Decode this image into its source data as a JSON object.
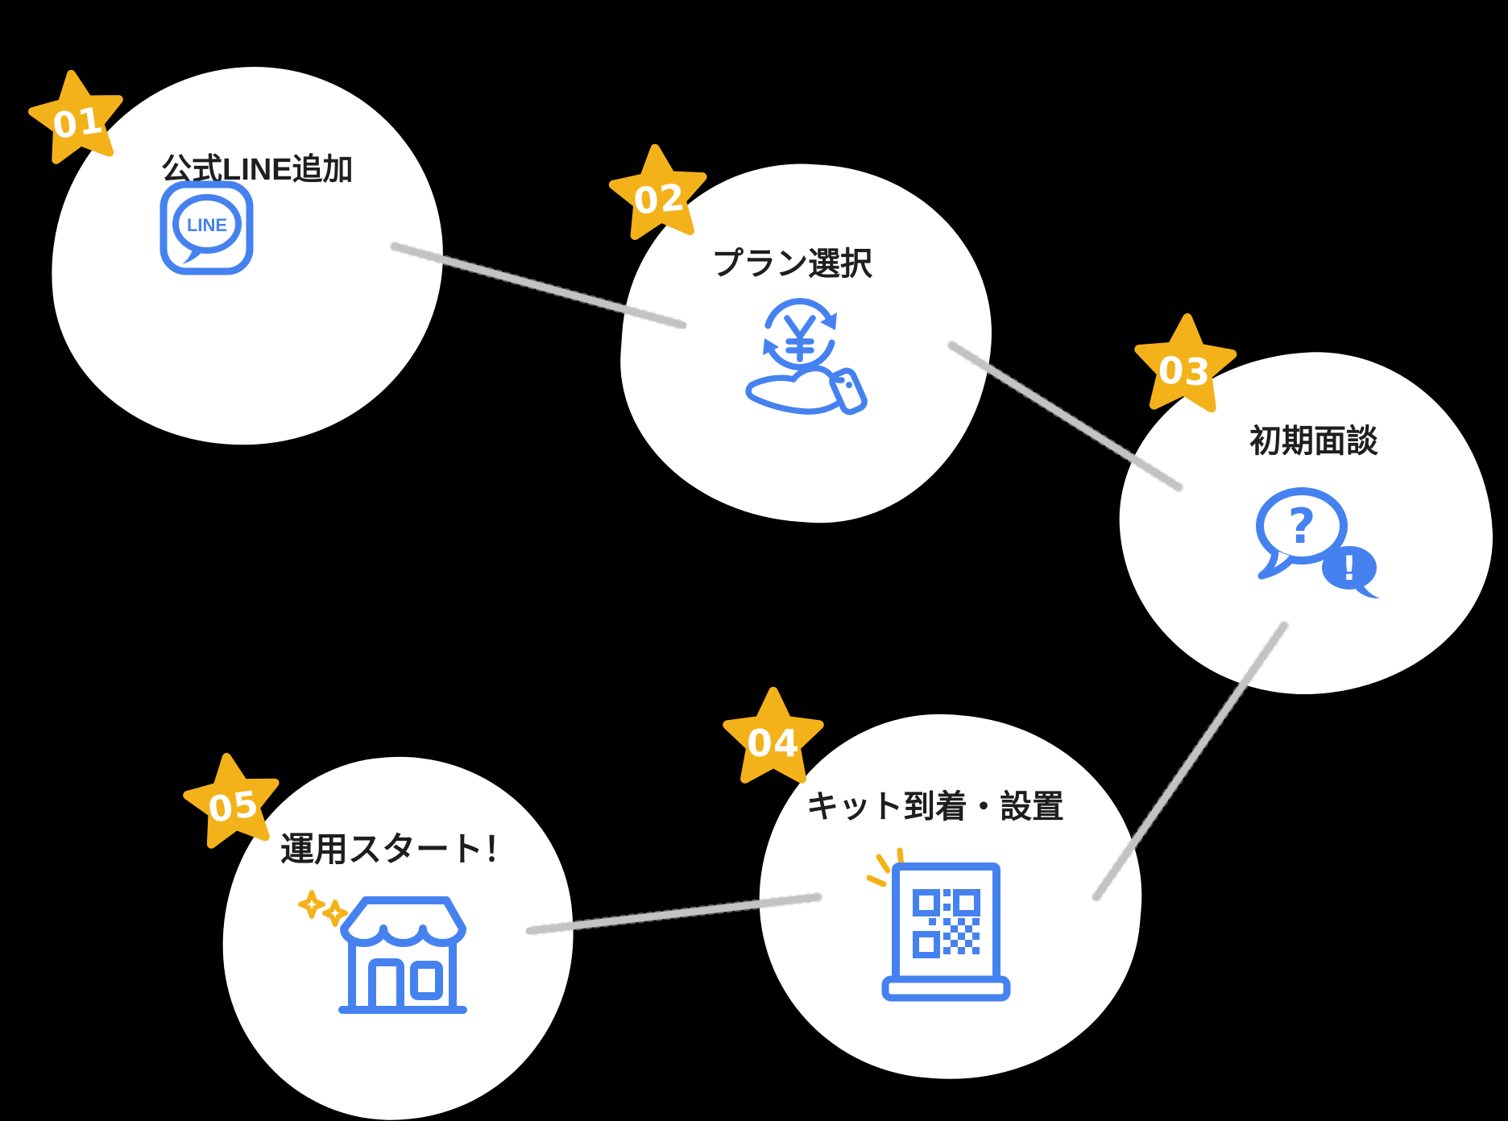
{
  "diagram": {
    "title_semantic": "onboarding-flow-5-steps",
    "background_color": "#000000",
    "card_color": "#ffffff",
    "accent_blue": "#4582F0",
    "star_gold": "#F4B21A",
    "connector_gray": "#C3C3C3",
    "label_color": "#1e1e1e",
    "number_color": "#ffffff",
    "steps": [
      {
        "number": "01",
        "label": "公式LINE追加",
        "icon": "line-app-icon"
      },
      {
        "number": "02",
        "label": "プラン選択",
        "icon": "yen-hand-icon"
      },
      {
        "number": "03",
        "label": "初期面談",
        "icon": "chat-bubbles-icon"
      },
      {
        "number": "04",
        "label": "キット到着・設置",
        "icon": "qr-kit-stand-icon"
      },
      {
        "number": "05",
        "label": "運用スタート！",
        "icon": "storefront-icon"
      }
    ],
    "icon_texts": {
      "line": "LINE",
      "yen": "¥",
      "question": "?",
      "exclamation": "!"
    }
  }
}
